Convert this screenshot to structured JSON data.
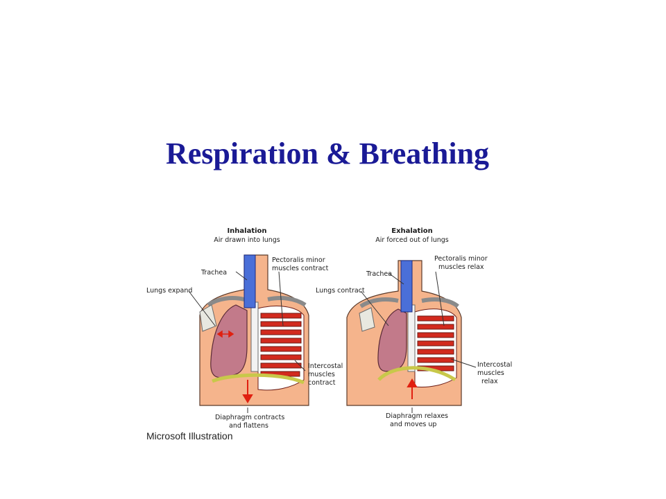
{
  "title": "Respiration & Breathing",
  "credit": "Microsoft Illustration",
  "inhalation": {
    "heading": "Inhalation",
    "subheading": "Air drawn into lungs",
    "trachea": "Trachea",
    "lungs": "Lungs expand",
    "pectoralis_1": "Pectoralis minor",
    "pectoralis_2": "muscles contract",
    "intercostal_1": "Intercostal",
    "intercostal_2": "muscles",
    "intercostal_3": "contract",
    "diaphragm_1": "Diaphragm contracts",
    "diaphragm_2": "and flattens"
  },
  "exhalation": {
    "heading": "Exhalation",
    "subheading": "Air forced out of lungs",
    "trachea": "Trachea",
    "lungs": "Lungs contract",
    "pectoralis_1": "Pectoralis minor",
    "pectoralis_2": "muscles relax",
    "intercostal_1": "Intercostal",
    "intercostal_2": "muscles",
    "intercostal_3": "relax",
    "diaphragm_1": "Diaphragm relaxes",
    "diaphragm_2": "and moves up"
  },
  "colors": {
    "title": "#1a1a96",
    "skin": "#f5b48c",
    "lung": "#c27a8a",
    "muscle": "#d22a1e",
    "trachea": "#4a6fd8",
    "diaphragm": "#c8c84a",
    "arrow": "#e02010"
  }
}
